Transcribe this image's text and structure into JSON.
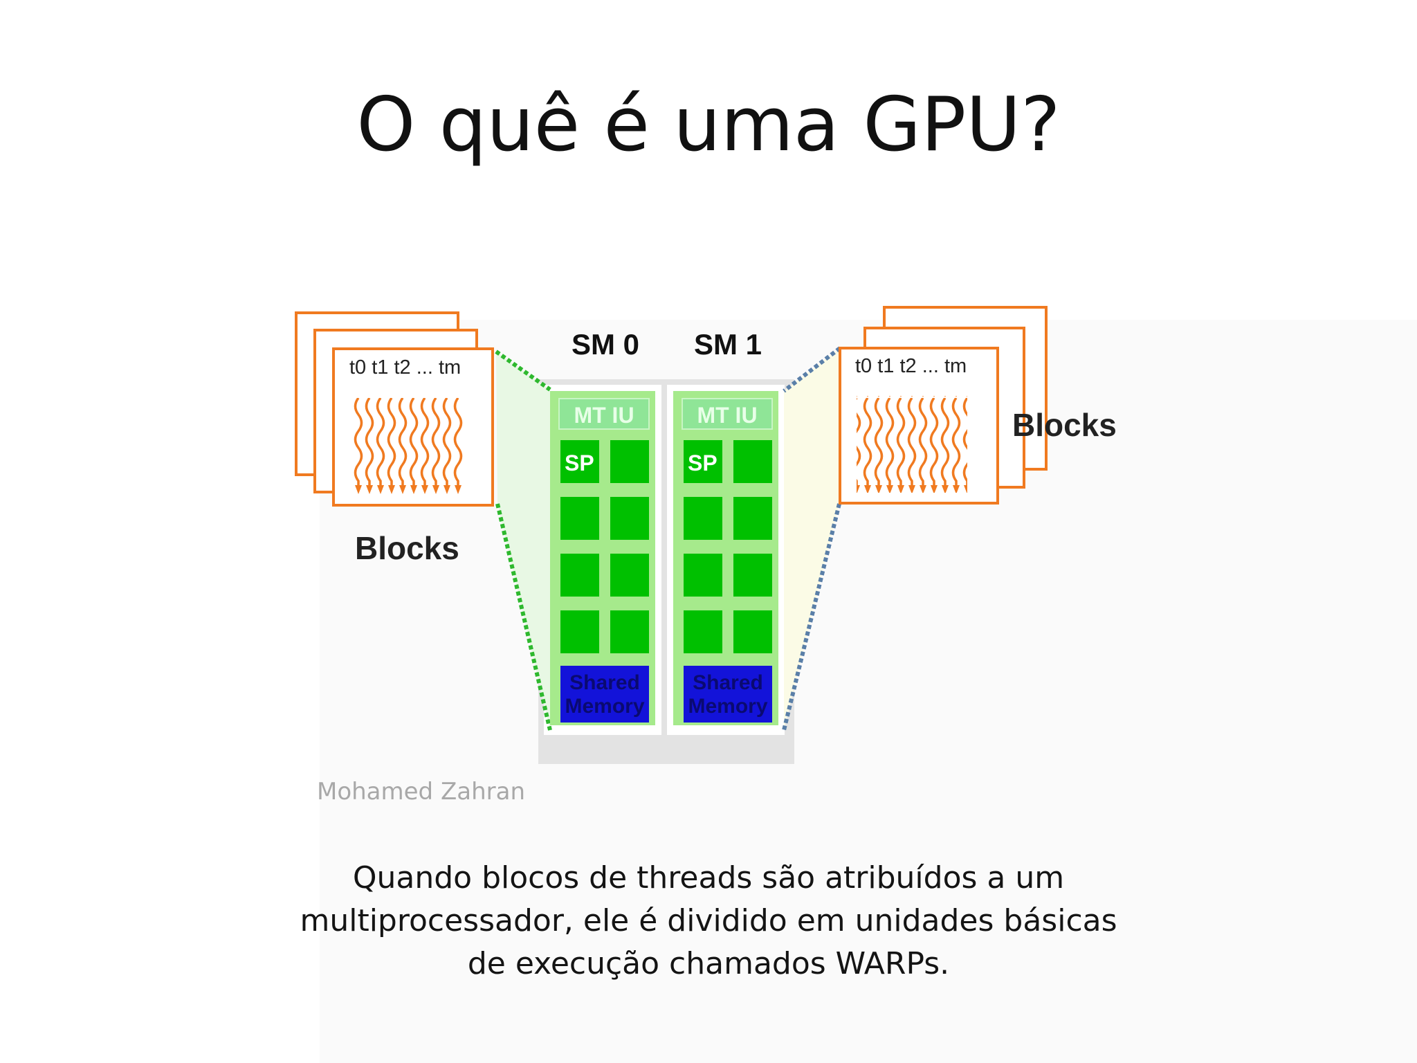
{
  "slide": {
    "title": "O quê é uma GPU?",
    "author": "Mohamed Zahran",
    "caption": "Quando blocos de threads são atribuídos a um multiprocessador, ele é dividido em unidades básicas de execução chamados WARPs."
  },
  "diagram": {
    "left_blocks": {
      "threads_label": "t0 t1 t2 ... tm",
      "label": "Blocks"
    },
    "right_blocks": {
      "threads_label": "t0 t1 t2 ... tm",
      "label": "Blocks"
    },
    "sm": [
      {
        "name": "SM 0",
        "mtiu": "MT IU",
        "sp": "SP",
        "shared_line1": "Shared",
        "shared_line2": "Memory"
      },
      {
        "name": "SM 1",
        "mtiu": "MT IU",
        "sp": "SP",
        "shared_line1": "Shared",
        "shared_line2": "Memory"
      }
    ],
    "colors": {
      "block_border": "#f07a20",
      "thread_wave": "#f07a20",
      "sp_green": "#00c000",
      "sm_panel": "#a6ea8c",
      "mtiu_bg": "#8fe597",
      "shared_memory": "#1313d9",
      "left_connector": "#2eb82e",
      "right_connector": "#5a7fa8"
    }
  }
}
